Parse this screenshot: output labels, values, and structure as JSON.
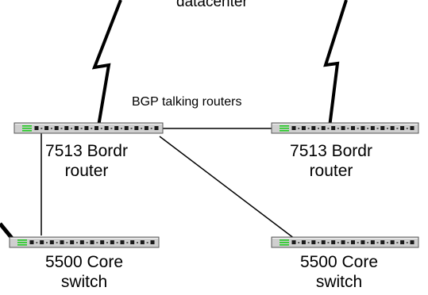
{
  "diagram": {
    "top_label": "datacenter",
    "bgp_label": "BGP talking routers",
    "devices": [
      {
        "id": "left-border-router",
        "line1": "7513 Bordr",
        "line2": "router"
      },
      {
        "id": "right-border-router",
        "line1": "7513 Bordr",
        "line2": "router"
      },
      {
        "id": "left-core-switch",
        "line1": "5500 Core",
        "line2": "switch"
      },
      {
        "id": "right-core-switch",
        "line1": "5500 Core",
        "line2": "switch"
      }
    ]
  }
}
